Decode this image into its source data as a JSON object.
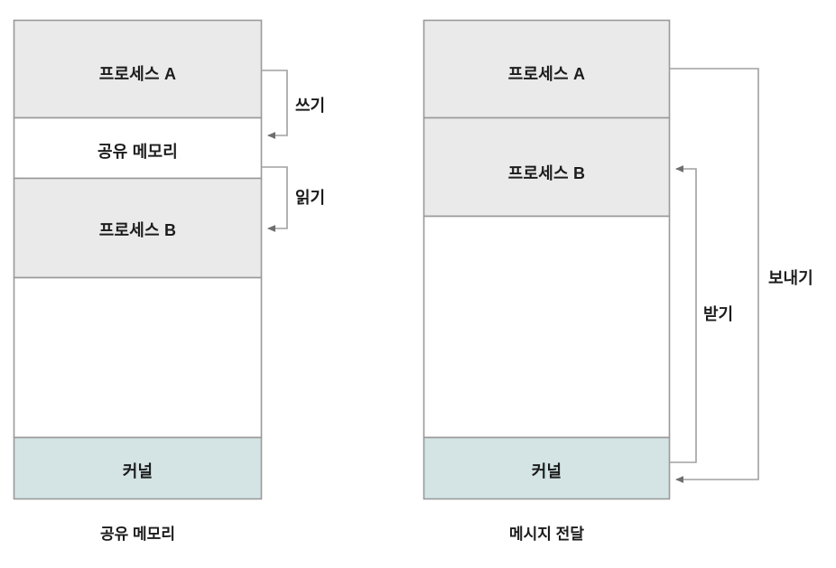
{
  "figure": {
    "type": "diagram",
    "subject": "Inter-process communication models",
    "background_color": "#ffffff",
    "palette": {
      "process_fill": "#eaeaea",
      "free_fill": "#ffffff",
      "kernel_fill": "#d4e4e4",
      "box_stroke": "#9a9a9a",
      "arrow_stroke": "#a0a0a0",
      "arrow_head": "#6e6e6e",
      "text_color": "#1c1c1c"
    }
  },
  "panels": [
    {
      "id": "shared-memory",
      "caption": "공유 메모리",
      "segments": [
        {
          "id": "process-a",
          "label": "프로세스 A",
          "fill": "process"
        },
        {
          "id": "shared-memory",
          "label": "공유 메모리",
          "fill": "free"
        },
        {
          "id": "process-b",
          "label": "프로세스 B",
          "fill": "process"
        },
        {
          "id": "free-space",
          "label": "",
          "fill": "free"
        },
        {
          "id": "kernel",
          "label": "커널",
          "fill": "kernel"
        }
      ],
      "arrows": [
        {
          "id": "write",
          "label": "쓰기",
          "from": "process-a",
          "to": "shared-memory"
        },
        {
          "id": "read",
          "label": "읽기",
          "from": "shared-memory",
          "to": "process-b"
        }
      ]
    },
    {
      "id": "message-passing",
      "caption": "메시지 전달",
      "segments": [
        {
          "id": "process-a",
          "label": "프로세스 A",
          "fill": "process"
        },
        {
          "id": "process-b",
          "label": "프로세스 B",
          "fill": "process"
        },
        {
          "id": "free-space",
          "label": "",
          "fill": "free"
        },
        {
          "id": "kernel",
          "label": "커널",
          "fill": "kernel"
        }
      ],
      "arrows": [
        {
          "id": "send",
          "label": "보내기",
          "from": "process-a",
          "to": "kernel"
        },
        {
          "id": "receive",
          "label": "받기",
          "from": "kernel",
          "to": "process-b"
        }
      ]
    }
  ]
}
